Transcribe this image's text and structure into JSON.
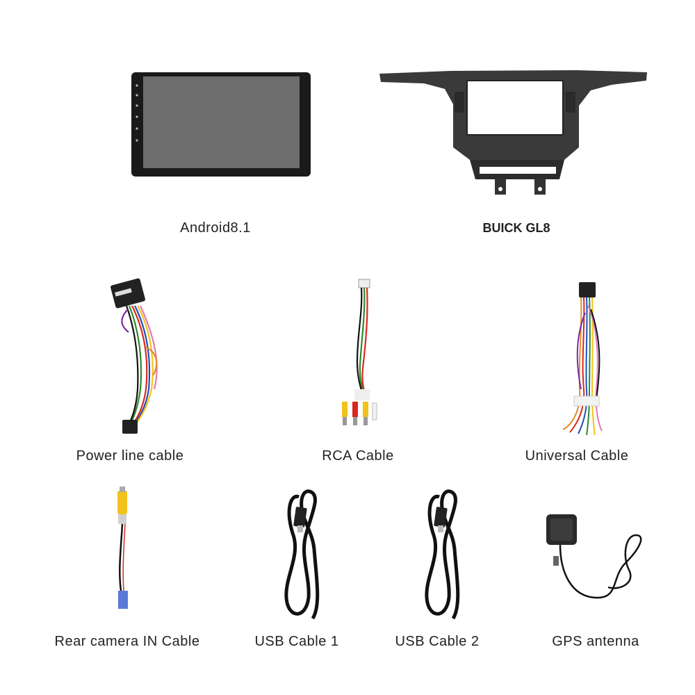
{
  "items": {
    "head_unit": {
      "label": "Android8.1"
    },
    "dash_frame": {
      "label": "BUICK GL8"
    },
    "power_cable": {
      "label": "Power line cable"
    },
    "rca_cable": {
      "label": "RCA Cable"
    },
    "universal_cable": {
      "label": "Universal Cable"
    },
    "rear_camera_cable": {
      "label": "Rear camera IN Cable"
    },
    "usb_cable_1": {
      "label": "USB Cable 1"
    },
    "usb_cable_2": {
      "label": "USB Cable 2"
    },
    "gps_antenna": {
      "label": "GPS antenna"
    }
  },
  "colors": {
    "background": "#ffffff",
    "screen": "#6e6e6e",
    "bezel": "#1a1a1a",
    "frame": "#3a3a3a",
    "cable_black": "#111111",
    "rca_yellow": "#f2c21b",
    "rca_red": "#d8281e",
    "rca_white": "#f2f2f2"
  }
}
